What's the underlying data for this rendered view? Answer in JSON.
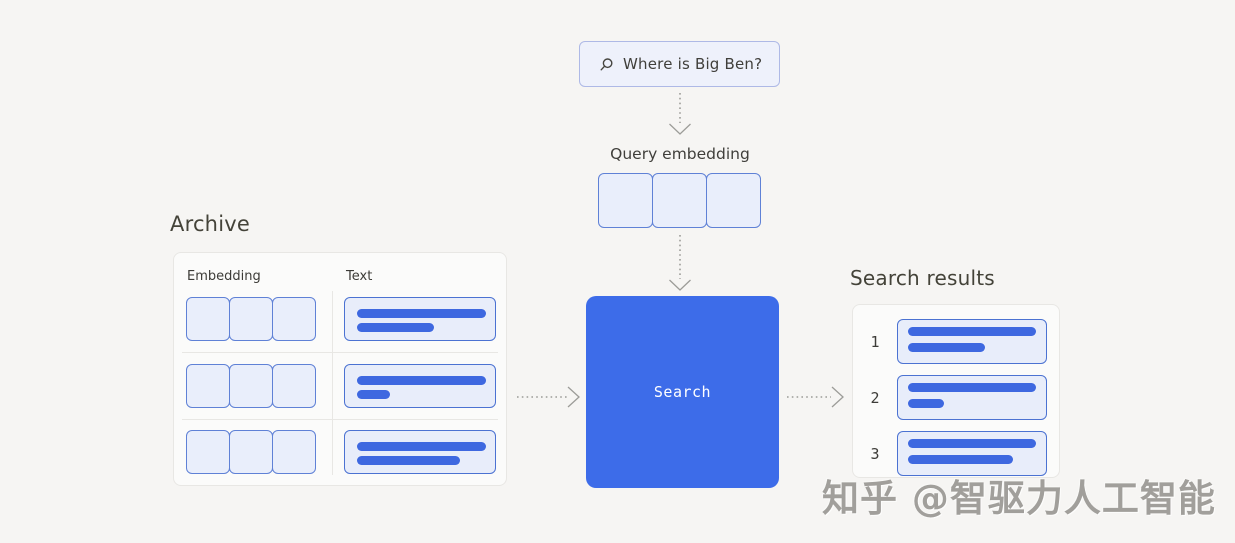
{
  "colors": {
    "page-bg": "#f6f5f3",
    "panel-bg": "#fbfbfa",
    "panel-border": "#e8e7e4",
    "divider": "#e8e7e4",
    "query-fill": "#eef1fb",
    "query-border": "#aeb9e6",
    "cell-fill": "#e9eefb",
    "cell-border": "#5f81d6",
    "block-fill": "#e8edfa",
    "block-border": "#4b72d2",
    "bar": "#3e68e0",
    "accent": "#3d6ce9",
    "arrow": "#9c9c98",
    "text": "#403f3b",
    "watermark": "#8c8a86"
  },
  "query_box": {
    "icon": "magnifier-icon",
    "text": "Where is Big Ben?"
  },
  "flow": {
    "query_embedding_label": "Query embedding",
    "query_embedding_cells": 3
  },
  "archive": {
    "title": "Archive",
    "col_embedding": "Embedding",
    "col_text": "Text",
    "cells_per_row": 3,
    "rows": [
      {
        "bars": [
          129,
          77
        ]
      },
      {
        "bars": [
          129,
          33
        ]
      },
      {
        "bars": [
          129,
          103
        ]
      }
    ]
  },
  "search": {
    "label": "Search"
  },
  "results": {
    "title": "Search results",
    "items": [
      {
        "rank": "1",
        "bars": [
          128,
          77
        ]
      },
      {
        "rank": "2",
        "bars": [
          128,
          36
        ]
      },
      {
        "rank": "3",
        "bars": [
          128,
          105
        ]
      }
    ]
  },
  "watermark": {
    "text": "知乎 @智驱力人工智能"
  }
}
